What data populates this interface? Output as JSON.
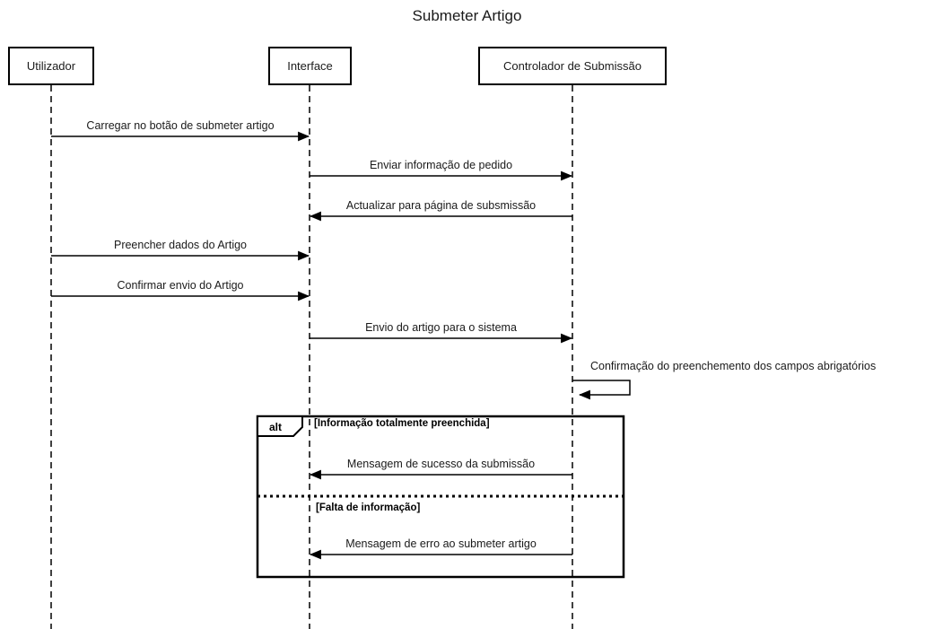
{
  "diagram": {
    "type": "uml-sequence",
    "title": "Submeter Artigo",
    "colors": {
      "line": "#000000",
      "background": "#ffffff"
    }
  },
  "actors": [
    {
      "name": "Utilizador"
    },
    {
      "name": "Interface"
    },
    {
      "name": "Controlador de Submissão"
    }
  ],
  "messages": [
    {
      "label": "Carregar no botão de submeter artigo",
      "from": "Utilizador",
      "to": "Interface",
      "kind": "sync"
    },
    {
      "label": "Enviar informação de pedido",
      "from": "Interface",
      "to": "Controlador de Submissão",
      "kind": "sync"
    },
    {
      "label": "Actualizar para página de subsmissão",
      "from": "Controlador de Submissão",
      "to": "Interface",
      "kind": "sync"
    },
    {
      "label": "Preencher dados do Artigo",
      "from": "Utilizador",
      "to": "Interface",
      "kind": "sync"
    },
    {
      "label": "Confirmar envio do Artigo",
      "from": "Utilizador",
      "to": "Interface",
      "kind": "sync"
    },
    {
      "label": "Envio do artigo para o sistema",
      "from": "Interface",
      "to": "Controlador de Submissão",
      "kind": "sync"
    },
    {
      "label": "Confirmação do preenchemento dos campos abrigatórios",
      "from": "Controlador de Submissão",
      "to": "Controlador de Submissão",
      "kind": "self"
    },
    {
      "label": "Mensagem de sucesso da submissão",
      "from": "Controlador de Submissão",
      "to": "Interface",
      "kind": "sync"
    },
    {
      "label": "Mensagem de erro ao submeter artigo",
      "from": "Controlador de Submissão",
      "to": "Interface",
      "kind": "sync"
    }
  ],
  "fragment": {
    "operator": "alt",
    "branches": [
      {
        "guard": "[Informação totalmente preenchida]"
      },
      {
        "guard": "[Falta de informação]"
      }
    ]
  }
}
